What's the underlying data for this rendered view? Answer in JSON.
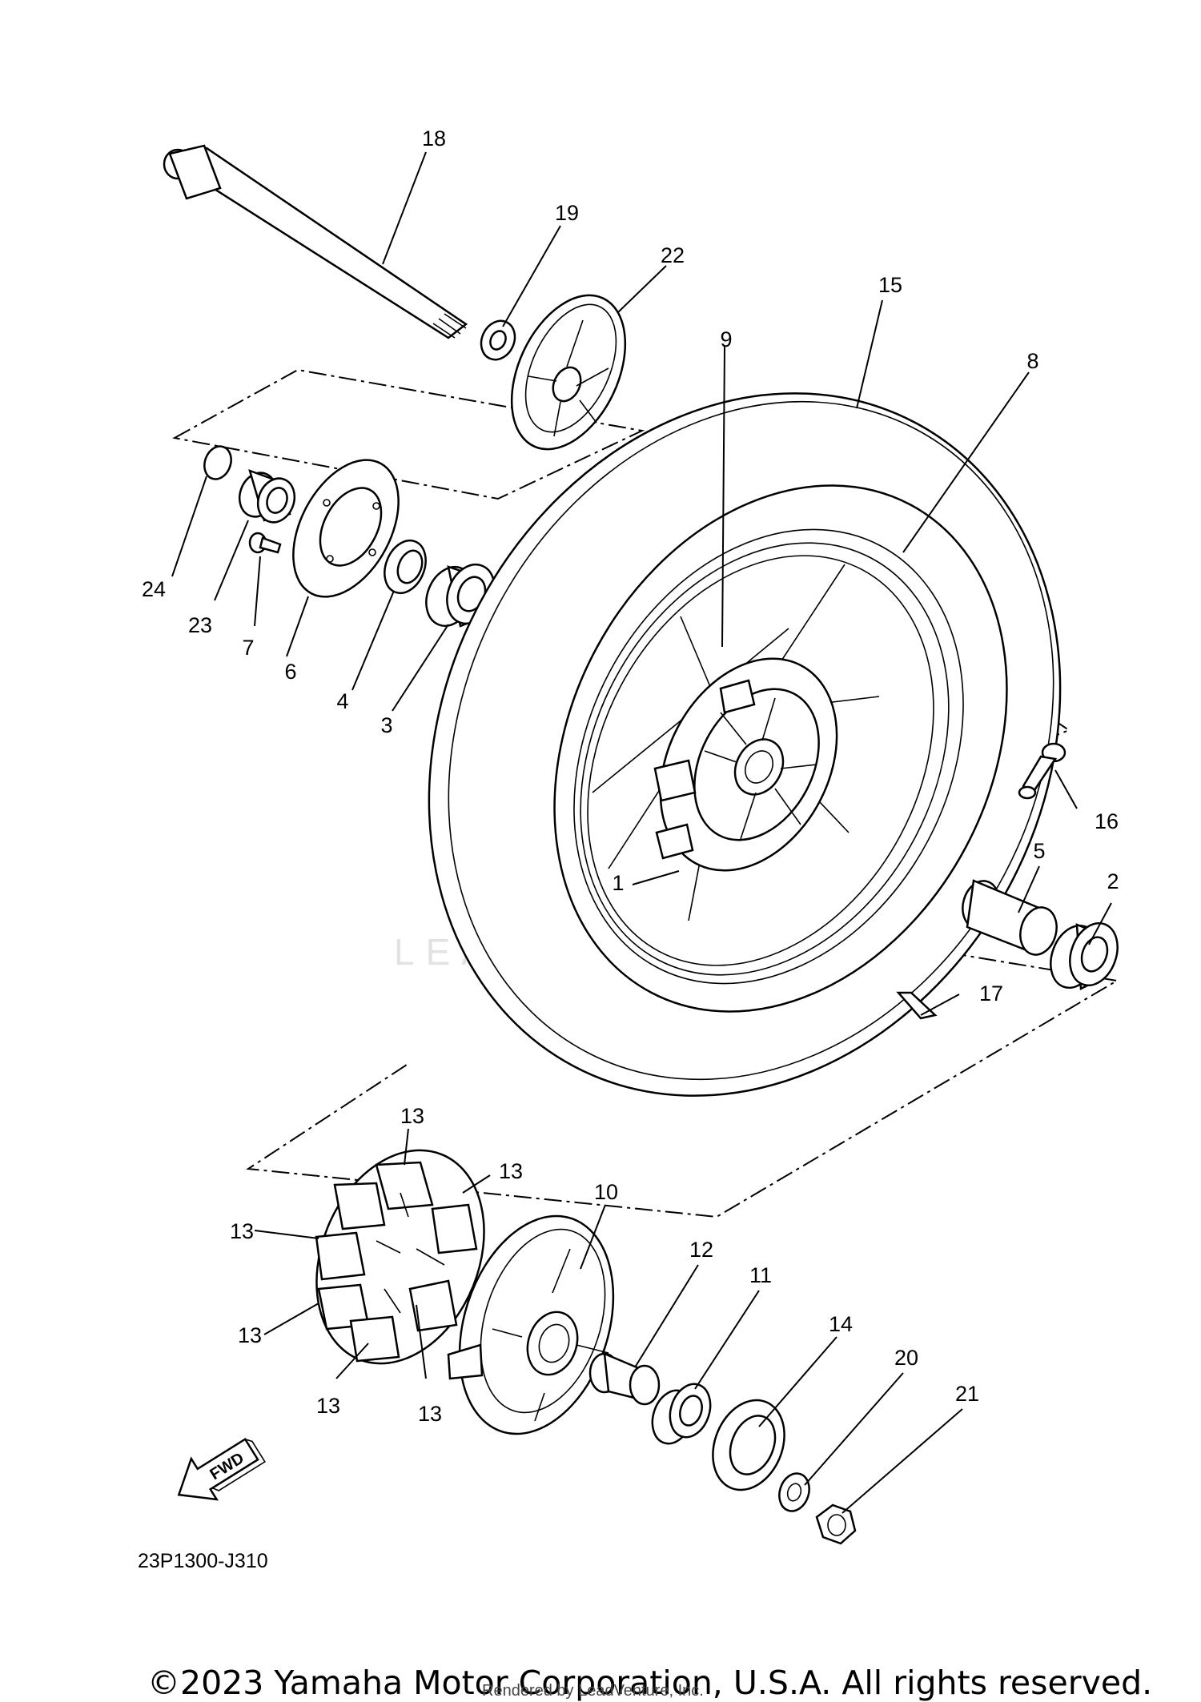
{
  "diagram": {
    "code": "23P1300-J310",
    "fwd_label": "FWD",
    "watermark": "LEADVENTURE",
    "callouts": [
      "18",
      "19",
      "22",
      "15",
      "9",
      "8",
      "24",
      "23",
      "7",
      "6",
      "4",
      "3",
      "16",
      "5",
      "2",
      "1",
      "17",
      "13",
      "13",
      "13",
      "13",
      "13",
      "13",
      "10",
      "12",
      "11",
      "14",
      "20",
      "21"
    ]
  },
  "footer": {
    "copyright": "©2023 Yamaha Motor Corporation, U.S.A. All rights reserved.",
    "rendered_by": "Rendered by LeadVenture, Inc."
  }
}
